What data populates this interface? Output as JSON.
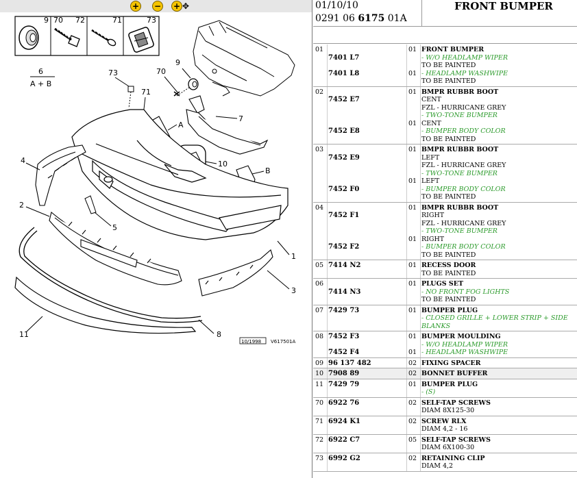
{
  "toolbar": {
    "zoom_in": "+",
    "zoom_out": "−",
    "zoom_fit": "+"
  },
  "header": {
    "date": "01/10/10",
    "ref_prefix": "0291 06 ",
    "ref_bold": "6175",
    "ref_suffix": " 01A",
    "title": "FRONT BUMPER"
  },
  "diagram": {
    "callouts": [
      "9",
      "70",
      "72",
      "71",
      "73",
      "6",
      "A + B",
      "73",
      "70",
      "9",
      "71",
      "7",
      "A",
      "72",
      "4",
      "10",
      "B",
      "2",
      "5",
      "1",
      "3",
      "11",
      "8"
    ],
    "stamp_date": "10/1998",
    "stamp_code": "V617501A"
  },
  "rows": [
    {
      "num": "01",
      "lines": [
        {
          "ref": "7401 L7",
          "qty": "01",
          "desc": [
            {
              "t": "FRONT BUMPER",
              "s": "b"
            },
            {
              "t": "- W/O HEADLAMP WIPER",
              "s": "g"
            },
            {
              "t": "TO BE PAINTED",
              "s": "n"
            }
          ]
        },
        {
          "ref": "7401 L8",
          "qty": "01",
          "desc": [
            {
              "t": "- HEADLAMP WASHWIPE",
              "s": "g"
            },
            {
              "t": "TO BE PAINTED",
              "s": "n"
            }
          ]
        }
      ]
    },
    {
      "num": "02",
      "lines": [
        {
          "ref": "7452 E7",
          "qty": "01",
          "desc": [
            {
              "t": "BMPR RUBBR BOOT",
              "s": "b"
            },
            {
              "t": "CENT",
              "s": "n"
            },
            {
              "t": "FZL - HURRICANE GREY",
              "s": "n"
            },
            {
              "t": "- TWO-TONE BUMPER",
              "s": "g"
            }
          ]
        },
        {
          "ref": "7452 E8",
          "qty": "01",
          "desc": [
            {
              "t": "CENT",
              "s": "n"
            },
            {
              "t": "- BUMPER BODY COLOR",
              "s": "g"
            },
            {
              "t": "TO BE PAINTED",
              "s": "n"
            }
          ]
        }
      ]
    },
    {
      "num": "03",
      "lines": [
        {
          "ref": "7452 E9",
          "qty": "01",
          "desc": [
            {
              "t": "BMPR RUBBR BOOT",
              "s": "b"
            },
            {
              "t": "LEFT",
              "s": "n"
            },
            {
              "t": "FZL - HURRICANE GREY",
              "s": "n"
            },
            {
              "t": "- TWO-TONE BUMPER",
              "s": "g"
            }
          ]
        },
        {
          "ref": "7452 F0",
          "qty": "01",
          "desc": [
            {
              "t": "LEFT",
              "s": "n"
            },
            {
              "t": "- BUMPER BODY COLOR",
              "s": "g"
            },
            {
              "t": "TO BE PAINTED",
              "s": "n"
            }
          ]
        }
      ]
    },
    {
      "num": "04",
      "lines": [
        {
          "ref": "7452 F1",
          "qty": "01",
          "desc": [
            {
              "t": "BMPR RUBBR BOOT",
              "s": "b"
            },
            {
              "t": "RIGHT",
              "s": "n"
            },
            {
              "t": "FZL - HURRICANE GREY",
              "s": "n"
            },
            {
              "t": "- TWO-TONE BUMPER",
              "s": "g"
            }
          ]
        },
        {
          "ref": "7452 F2",
          "qty": "01",
          "desc": [
            {
              "t": "RIGHT",
              "s": "n"
            },
            {
              "t": "- BUMPER BODY COLOR",
              "s": "g"
            },
            {
              "t": "TO BE PAINTED",
              "s": "n"
            }
          ]
        }
      ]
    },
    {
      "num": "05",
      "lines": [
        {
          "ref": "7414 N2",
          "qty": "01",
          "desc": [
            {
              "t": "RECESS DOOR",
              "s": "b"
            },
            {
              "t": "TO BE PAINTED",
              "s": "n"
            }
          ]
        }
      ]
    },
    {
      "num": "06",
      "lines": [
        {
          "ref": "7414 N3",
          "qty": "01",
          "desc": [
            {
              "t": "PLUGS SET",
              "s": "b"
            },
            {
              "t": "- NO FRONT FOG LIGHTS",
              "s": "g"
            },
            {
              "t": "TO BE PAINTED",
              "s": "n"
            }
          ]
        }
      ]
    },
    {
      "num": "07",
      "lines": [
        {
          "ref": "7429 73",
          "qty": "01",
          "desc": [
            {
              "t": "BUMPER PLUG",
              "s": "b"
            },
            {
              "t": "- CLOSED GRILLE + LOWER STRIP + SIDE BLANKS",
              "s": "g"
            }
          ]
        }
      ]
    },
    {
      "num": "08",
      "lines": [
        {
          "ref": "7452 F3",
          "qty": "01",
          "desc": [
            {
              "t": "BUMPER MOULDING",
              "s": "b"
            },
            {
              "t": "- W/O HEADLAMP WIPER",
              "s": "g"
            }
          ]
        },
        {
          "ref": "7452 F4",
          "qty": "01",
          "desc": [
            {
              "t": "- HEADLAMP WASHWIPE",
              "s": "g"
            }
          ]
        }
      ]
    },
    {
      "num": "09",
      "lines": [
        {
          "ref": "96 137 482",
          "qty": "02",
          "desc": [
            {
              "t": "FIXING SPACER",
              "s": "b"
            }
          ]
        }
      ]
    },
    {
      "num": "10",
      "alt": true,
      "lines": [
        {
          "ref": "7908 89",
          "qty": "02",
          "desc": [
            {
              "t": "BONNET BUFFER",
              "s": "b"
            }
          ]
        }
      ]
    },
    {
      "num": "11",
      "lines": [
        {
          "ref": "7429 79",
          "qty": "01",
          "desc": [
            {
              "t": "BUMPER PLUG",
              "s": "b"
            },
            {
              "t": "- (S)",
              "s": "g"
            }
          ]
        }
      ]
    },
    {
      "num": "70",
      "lines": [
        {
          "ref": "6922 76",
          "qty": "02",
          "desc": [
            {
              "t": "SELF-TAP SCREWS",
              "s": "b"
            },
            {
              "t": "DIAM 8X125-30",
              "s": "n"
            }
          ]
        }
      ]
    },
    {
      "num": "71",
      "lines": [
        {
          "ref": "6924 K1",
          "qty": "02",
          "desc": [
            {
              "t": "SCREW RLX",
              "s": "b"
            },
            {
              "t": "DIAM 4,2 - 16",
              "s": "n"
            }
          ]
        }
      ]
    },
    {
      "num": "72",
      "lines": [
        {
          "ref": "6922 C7",
          "qty": "05",
          "desc": [
            {
              "t": "SELF-TAP SCREWS",
              "s": "b"
            },
            {
              "t": "DIAM 6X100-30",
              "s": "n"
            }
          ]
        }
      ]
    },
    {
      "num": "73",
      "lines": [
        {
          "ref": "6992 G2",
          "qty": "02",
          "desc": [
            {
              "t": "RETAINING CLIP",
              "s": "b"
            },
            {
              "t": "DIAM 4,2",
              "s": "n"
            }
          ]
        }
      ]
    }
  ]
}
